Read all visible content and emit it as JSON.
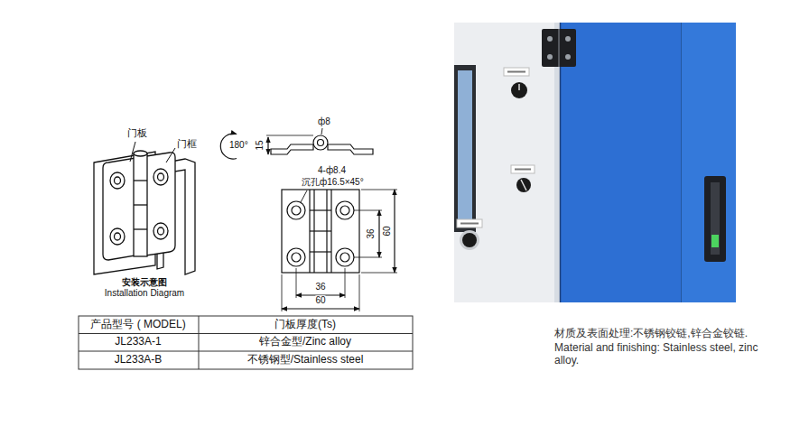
{
  "diagram": {
    "labels": [
      "门板",
      "门框",
      "安装示意图",
      "Installation Diagram",
      "180°",
      "15",
      "ф8",
      "4-ф8.4",
      "沉孔ф16.5×45°",
      "36",
      "60",
      "36",
      "60",
      "产品型号 ( MODEL)",
      "门板厚度(Ts)",
      "JL233A-1",
      "锌合金型/Zinc alloy",
      "JL233A-B",
      "不锈钢型/Stainless steel",
      "材质及表面处理:不锈钢铰链,锌合金铰链.",
      "Material and finishing: Stainless steel, zinc alloy."
    ]
  }
}
